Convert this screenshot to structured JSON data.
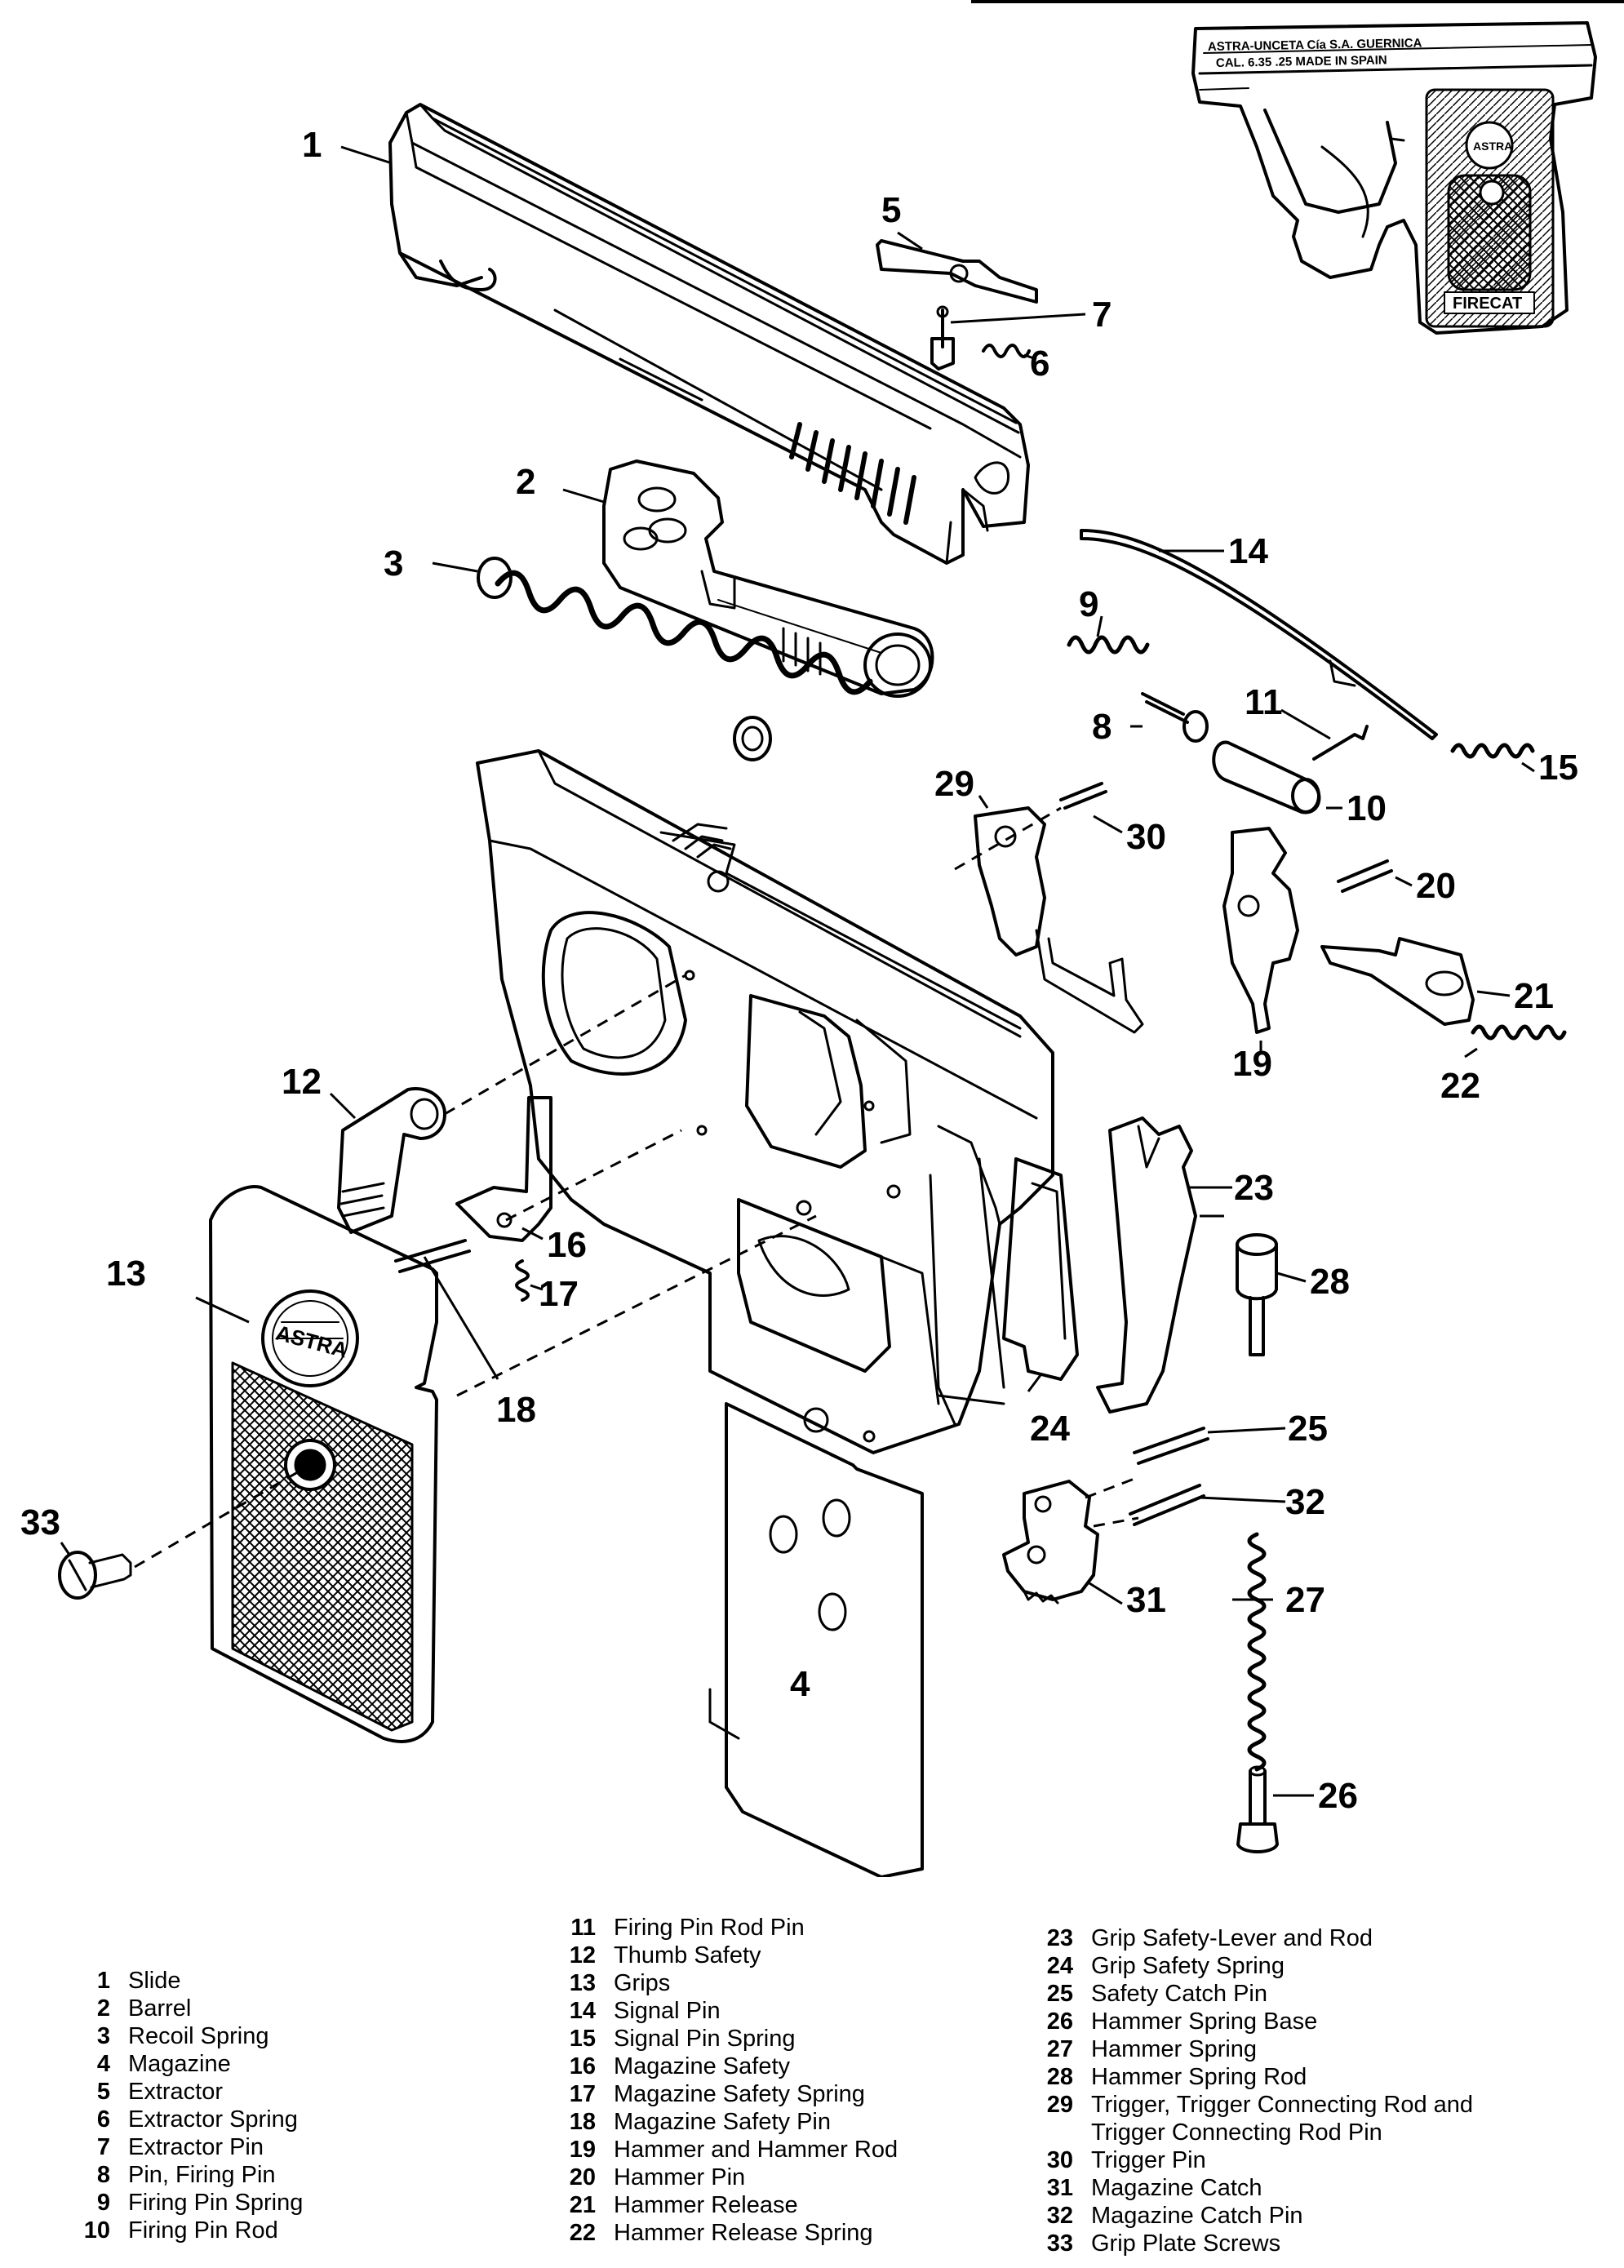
{
  "callouts": [
    {
      "id": "1",
      "label": "1"
    },
    {
      "id": "2",
      "label": "2"
    },
    {
      "id": "3",
      "label": "3"
    },
    {
      "id": "4",
      "label": "4"
    },
    {
      "id": "5",
      "label": "5"
    },
    {
      "id": "6",
      "label": "6"
    },
    {
      "id": "7",
      "label": "7"
    },
    {
      "id": "8",
      "label": "8"
    },
    {
      "id": "9",
      "label": "9"
    },
    {
      "id": "10",
      "label": "10"
    },
    {
      "id": "11",
      "label": "11"
    },
    {
      "id": "12",
      "label": "12"
    },
    {
      "id": "13",
      "label": "13"
    },
    {
      "id": "14",
      "label": "14"
    },
    {
      "id": "15",
      "label": "15"
    },
    {
      "id": "16",
      "label": "16"
    },
    {
      "id": "17",
      "label": "17"
    },
    {
      "id": "18",
      "label": "18"
    },
    {
      "id": "19",
      "label": "19"
    },
    {
      "id": "20",
      "label": "20"
    },
    {
      "id": "21",
      "label": "21"
    },
    {
      "id": "22",
      "label": "22"
    },
    {
      "id": "23",
      "label": "23"
    },
    {
      "id": "24",
      "label": "24"
    },
    {
      "id": "25",
      "label": "25"
    },
    {
      "id": "26",
      "label": "26"
    },
    {
      "id": "27",
      "label": "27"
    },
    {
      "id": "28",
      "label": "28"
    },
    {
      "id": "29",
      "label": "29"
    },
    {
      "id": "30",
      "label": "30"
    },
    {
      "id": "31",
      "label": "31"
    },
    {
      "id": "32",
      "label": "32"
    },
    {
      "id": "33",
      "label": "33"
    }
  ],
  "inset": {
    "stamp_line1": "ASTRA-UNCETA Cía S.A. GUERNICA",
    "stamp_line2": "CAL. 6.35 .25 MADE IN SPAIN",
    "grip_logo": "ASTRA",
    "grip_text": "FIRECAT"
  },
  "grip_medallion": "ASTRA",
  "legend": {
    "col1": [
      {
        "num": "1",
        "name": "Slide"
      },
      {
        "num": "2",
        "name": "Barrel"
      },
      {
        "num": "3",
        "name": "Recoil Spring"
      },
      {
        "num": "4",
        "name": "Magazine"
      },
      {
        "num": "5",
        "name": "Extractor"
      },
      {
        "num": "6",
        "name": "Extractor Spring"
      },
      {
        "num": "7",
        "name": "Extractor Pin"
      },
      {
        "num": "8",
        "name": "Pin, Firing Pin"
      },
      {
        "num": "9",
        "name": "Firing Pin Spring"
      },
      {
        "num": "10",
        "name": "Firing Pin Rod"
      }
    ],
    "col2": [
      {
        "num": "11",
        "name": "Firing Pin Rod Pin"
      },
      {
        "num": "12",
        "name": "Thumb Safety"
      },
      {
        "num": "13",
        "name": "Grips"
      },
      {
        "num": "14",
        "name": "Signal Pin"
      },
      {
        "num": "15",
        "name": "Signal Pin Spring"
      },
      {
        "num": "16",
        "name": "Magazine Safety"
      },
      {
        "num": "17",
        "name": "Magazine Safety Spring"
      },
      {
        "num": "18",
        "name": "Magazine Safety Pin"
      },
      {
        "num": "19",
        "name": "Hammer and Hammer Rod"
      },
      {
        "num": "20",
        "name": "Hammer Pin"
      },
      {
        "num": "21",
        "name": "Hammer Release"
      },
      {
        "num": "22",
        "name": "Hammer Release Spring"
      }
    ],
    "col3": [
      {
        "num": "23",
        "name": "Grip Safety-Lever and Rod"
      },
      {
        "num": "24",
        "name": "Grip Safety Spring"
      },
      {
        "num": "25",
        "name": "Safety Catch Pin"
      },
      {
        "num": "26",
        "name": "Hammer Spring Base"
      },
      {
        "num": "27",
        "name": "Hammer Spring"
      },
      {
        "num": "28",
        "name": "Hammer Spring Rod"
      },
      {
        "num": "29",
        "name": "Trigger, Trigger Connecting Rod and",
        "cont": "Trigger Connecting Rod Pin"
      },
      {
        "num": "30",
        "name": "Trigger Pin"
      },
      {
        "num": "31",
        "name": "Magazine Catch"
      },
      {
        "num": "32",
        "name": "Magazine Catch Pin"
      },
      {
        "num": "33",
        "name": "Grip Plate Screws"
      }
    ]
  }
}
